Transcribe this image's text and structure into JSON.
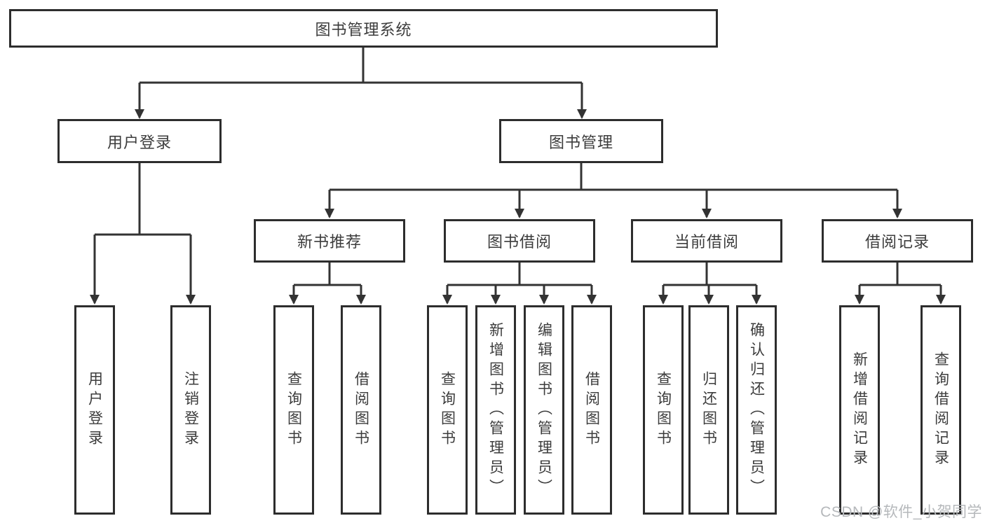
{
  "watermark": {
    "text": "CSDN @软件_小贺同学"
  },
  "colors": {
    "line": "#333333",
    "box_border": "#2d2d2d",
    "text": "#3c3c3c",
    "watermark": "#b5b8bb",
    "background": "#ffffff"
  },
  "tree": {
    "label": "图书管理系统",
    "children": [
      {
        "label": "用户登录",
        "children": [
          {
            "label": "用户登录"
          },
          {
            "label": "注销登录"
          }
        ]
      },
      {
        "label": "图书管理",
        "children": [
          {
            "label": "新书推荐",
            "children": [
              {
                "label": "查询图书"
              },
              {
                "label": "借阅图书"
              }
            ]
          },
          {
            "label": "图书借阅",
            "children": [
              {
                "label": "查询图书"
              },
              {
                "label": "新增图书（管理员）"
              },
              {
                "label": "编辑图书（管理员）"
              },
              {
                "label": "借阅图书"
              }
            ]
          },
          {
            "label": "当前借阅",
            "children": [
              {
                "label": "查询图书"
              },
              {
                "label": "归还图书"
              },
              {
                "label": "确认归还（管理员）"
              }
            ]
          },
          {
            "label": "借阅记录",
            "children": [
              {
                "label": "新增借阅记录"
              },
              {
                "label": "查询借阅记录"
              }
            ]
          }
        ]
      }
    ]
  }
}
